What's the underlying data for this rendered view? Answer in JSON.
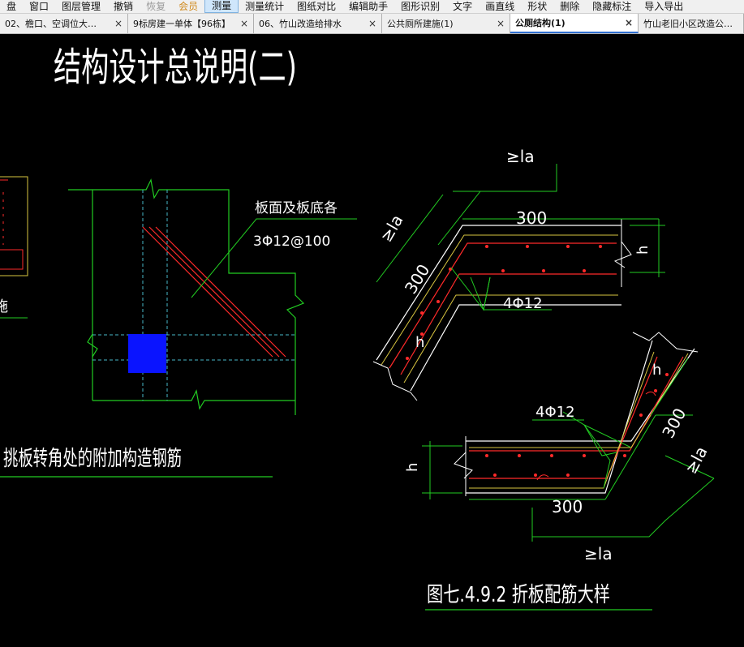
{
  "menu": [
    {
      "label": "盘",
      "state": "normal"
    },
    {
      "label": "窗口",
      "state": "normal"
    },
    {
      "label": "图层管理",
      "state": "normal"
    },
    {
      "label": "撤销",
      "state": "normal"
    },
    {
      "label": "恢复",
      "state": "disabled"
    },
    {
      "label": "会员",
      "state": "member"
    },
    {
      "label": "测量",
      "state": "active"
    },
    {
      "label": "测量统计",
      "state": "normal"
    },
    {
      "label": "图纸对比",
      "state": "normal"
    },
    {
      "label": "编辑助手",
      "state": "normal"
    },
    {
      "label": "图形识别",
      "state": "normal"
    },
    {
      "label": "文字",
      "state": "normal"
    },
    {
      "label": "画直线",
      "state": "normal"
    },
    {
      "label": "形状",
      "state": "normal"
    },
    {
      "label": "删除",
      "state": "normal"
    },
    {
      "label": "隐藏标注",
      "state": "normal"
    },
    {
      "label": "导入导出",
      "state": "normal"
    }
  ],
  "tabs": [
    {
      "label": "02、檐口、空调位大…",
      "close": "×",
      "active": false
    },
    {
      "label": "9标房建一单体【96栋】",
      "close": "×",
      "active": false
    },
    {
      "label": "06、竹山改造给排水",
      "close": "×",
      "active": false
    },
    {
      "label": "公共厕所建施(1)",
      "close": "×",
      "active": false
    },
    {
      "label": "公厕结构(1)",
      "close": "×",
      "active": true
    },
    {
      "label": "竹山老旧小区改造公…",
      "close": "",
      "active": false
    }
  ],
  "drawing": {
    "main_title": "结构设计总说明(二)",
    "left_caption": "挑板转角处的附加构造钢筋",
    "left_edge_char": "施",
    "rebar_note_line1": "板面及板底各",
    "rebar_note_line2": "3Φ12@100",
    "anchor_label": "≥la",
    "dim_300": "300",
    "dim_h": "h",
    "bars_4phi12": "4Φ12",
    "figure_caption": "图七.4.9.2 折板配筋大样"
  },
  "colors": {
    "background": "#000000",
    "green": "#22cc22",
    "white": "#ffffff",
    "cyan": "#49b7c9",
    "red": "#ff2a2a",
    "yellow": "#d9c640",
    "blue_block": "#0a14ff"
  }
}
